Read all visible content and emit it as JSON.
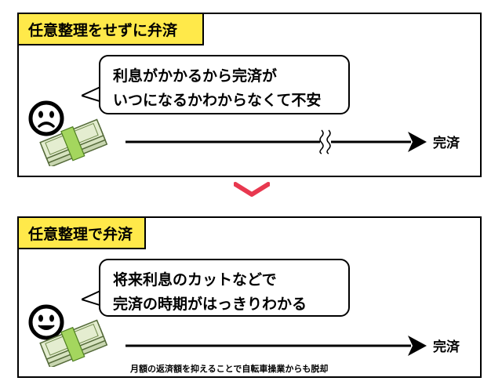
{
  "panel_before": {
    "tag": "任意整理をせずに弁済",
    "bubble_lines": [
      "利息がかかるから完済が",
      "いつになるかわからなくて不安"
    ],
    "end_label": "完済"
  },
  "panel_after": {
    "tag": "任意整理で弁済",
    "bubble_lines": [
      "将来利息のカットなどで",
      "完済の時期がはっきりわかる"
    ],
    "end_label": "完済",
    "caption": "月額の返済額を抑えることで自転車操業からも脱却"
  },
  "colors": {
    "tag_bg": "#ffe94a",
    "chevron": "#e8384f",
    "money_band": "#a4d65e"
  }
}
